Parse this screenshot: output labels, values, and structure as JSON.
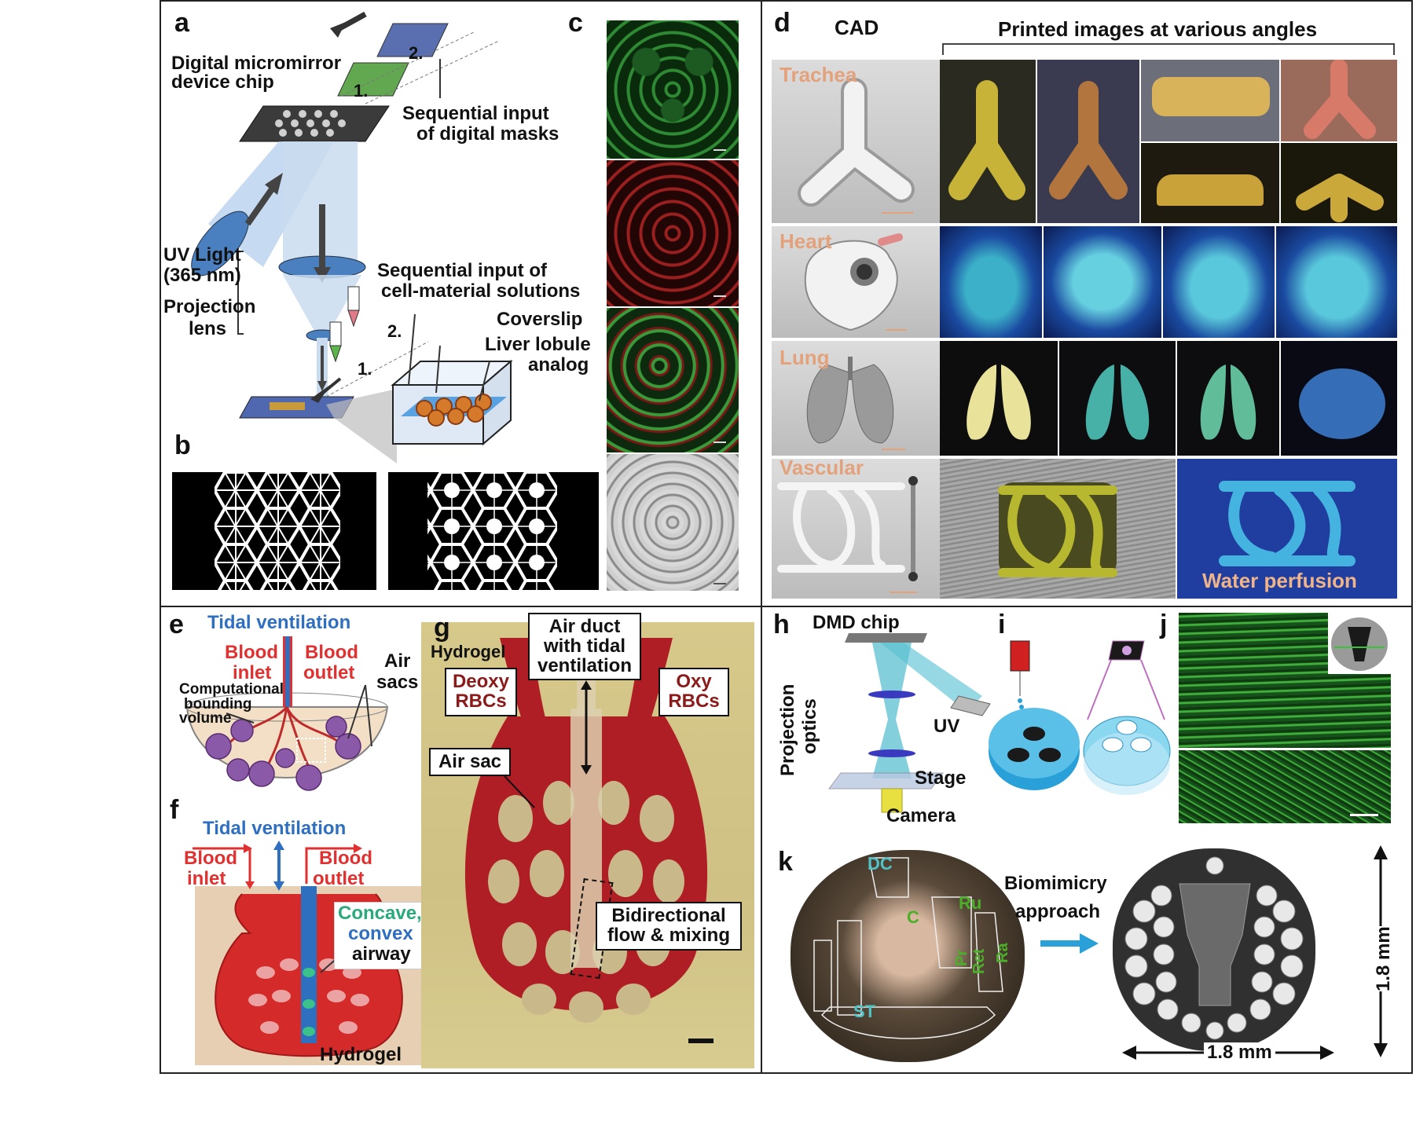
{
  "panels": {
    "a": {
      "letter": "a",
      "dmd_label_1": "Digital micromirror",
      "dmd_label_2": "device chip",
      "masks_label_1": "Sequential input",
      "masks_label_2": "of digital masks",
      "uv_label_1": "UV Light",
      "uv_label_2": "(365 nm)",
      "projection_label_1": "Projection",
      "projection_label_2": "lens",
      "solutions_label_1": "Sequential input of",
      "solutions_label_2": "cell-material solutions",
      "coverslip_label": "Coverslip",
      "liver_label_1": "Liver lobule",
      "liver_label_2": "analog",
      "step_1": "1.",
      "step_2": "2."
    },
    "b": {
      "letter": "b"
    },
    "c": {
      "letter": "c"
    },
    "d": {
      "letter": "d",
      "cad_header": "CAD",
      "printed_header": "Printed images at various angles",
      "rows": [
        "Trachea",
        "Heart",
        "Lung",
        "Vascular"
      ],
      "water_perfusion": "Water perfusion"
    },
    "e": {
      "letter": "e",
      "tidal": "Tidal ventilation",
      "blood_inlet_1": "Blood",
      "blood_inlet_2": "inlet",
      "blood_outlet_1": "Blood",
      "blood_outlet_2": "outlet",
      "air_sacs_1": "Air",
      "air_sacs_2": "sacs",
      "bounding_1": "Computational",
      "bounding_2": "bounding",
      "bounding_3": "volume"
    },
    "f": {
      "letter": "f",
      "tidal": "Tidal ventilation",
      "blood_inlet_1": "Blood",
      "blood_inlet_2": "inlet",
      "blood_outlet_1": "Blood",
      "blood_outlet_2": "outlet",
      "concave_1": "Concave,",
      "concave_2": "convex",
      "concave_3": "airway",
      "hydrogel": "Hydrogel"
    },
    "g": {
      "letter": "g",
      "hydrogel": "Hydrogel",
      "air_duct_1": "Air duct",
      "air_duct_2": "with tidal",
      "air_duct_3": "ventilation",
      "deoxy_1": "Deoxy",
      "deoxy_2": "RBCs",
      "oxy_1": "Oxy",
      "oxy_2": "RBCs",
      "air_sac": "Air sac",
      "bidirectional_1": "Bidirectional",
      "bidirectional_2": "flow & mixing"
    },
    "h": {
      "letter": "h",
      "dmd_chip": "DMD chip",
      "projection_1": "Projection",
      "projection_2": "optics",
      "uv": "UV",
      "stage": "Stage",
      "camera": "Camera"
    },
    "i": {
      "letter": "i"
    },
    "j": {
      "letter": "j"
    },
    "k": {
      "letter": "k",
      "biomimicry_1": "Biomimicry",
      "biomimicry_2": "approach",
      "regions": [
        "DC",
        "C",
        "Ru",
        "Pr",
        "Ret",
        "Ra",
        "ST"
      ],
      "dim_vertical": "1.8 mm",
      "dim_horizontal": "1.8 mm"
    }
  },
  "colors": {
    "tag_orange": "#e3a27c",
    "blood_red": "#e03030",
    "tidal_blue": "#2f6fc0",
    "teal_label": "#4fc3c8",
    "green_label": "#4caf2a",
    "dark_red_box": "#8b1a1a"
  }
}
